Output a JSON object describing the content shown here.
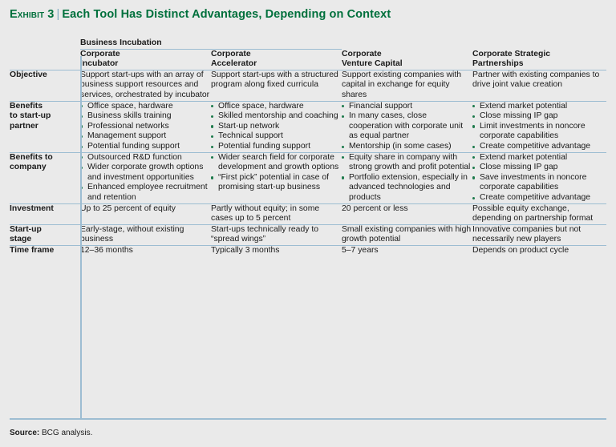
{
  "title": {
    "exhibit_label": "Exhibit 3",
    "separator": "|",
    "text": "Each Tool Has Distinct Advantages, Depending on Context",
    "color": "#00703c"
  },
  "colors": {
    "accent_green": "#00703c",
    "bullet_green": "#1d7a4c",
    "rule_blue": "#9dbdd2",
    "background": "#eaeaea"
  },
  "table": {
    "group_header": "Business Incubation",
    "group_span_columns": 2,
    "columns": [
      {
        "label": ""
      },
      {
        "label": "Corporate\nIncubator",
        "line1": "Corporate",
        "line2": "Incubator"
      },
      {
        "label": "Corporate\nAccelerator",
        "line1": "Corporate",
        "line2": "Accelerator"
      },
      {
        "label": "Corporate\nVenture Capital",
        "line1": "Corporate",
        "line2": "Venture Capital"
      },
      {
        "label": "Corporate Strategic\nPartnerships",
        "line1": "Corporate Strategic",
        "line2": "Partnerships"
      }
    ],
    "rows": [
      {
        "label": "Objective",
        "label_line1": "Objective",
        "type": "text",
        "cells": [
          "Support start-ups with an array of business support resources and services, orchestrated by incubator",
          "Support start-ups with a structured program along fixed curricula",
          "Support existing companies with capital in exchange for equity shares",
          "Partner with existing companies to drive joint value creation"
        ]
      },
      {
        "label": "Benefits to start-up partner",
        "label_line1": "Benefits",
        "label_line2": "to start-up",
        "label_line3": "partner",
        "type": "bullets",
        "cells": [
          [
            "Office space, hardware",
            "Business skills training",
            "Professional networks",
            "Management support",
            "Potential funding support"
          ],
          [
            "Office space, hardware",
            "Skilled mentorship and coaching",
            "Start-up network",
            "Technical support",
            "Potential funding support"
          ],
          [
            "Financial support",
            "In many cases, close cooperation with corporate unit as equal partner",
            "Mentorship (in some cases)"
          ],
          [
            "Extend market potential",
            "Close missing IP gap",
            "Limit investments in noncore corporate capabilities",
            "Create competitive advantage"
          ]
        ]
      },
      {
        "label": "Benefits to company",
        "label_line1": "Benefits to",
        "label_line2": "company",
        "type": "bullets",
        "cells": [
          [
            "Outsourced R&D function",
            "Wider corporate growth options and investment opportunities",
            "Enhanced employee recruitment and retention"
          ],
          [
            "Wider search field for corporate development and growth options",
            "“First pick” potential in case of promising start-up business"
          ],
          [
            "Equity share in company with strong growth and profit potential",
            "Portfolio extension, especially in advanced technologies and products"
          ],
          [
            "Extend market potential",
            "Close missing IP gap",
            "Save investments in noncore corporate capabilities",
            "Create competitive advantage"
          ]
        ]
      },
      {
        "label": "Investment",
        "label_line1": "Investment",
        "type": "text",
        "cells": [
          "Up to 25 percent of equity",
          "Partly without equity; in some cases up to 5 percent",
          "20 percent or less",
          "Possible equity exchange, depending on partnership format"
        ]
      },
      {
        "label": "Start-up stage",
        "label_line1": "Start-up",
        "label_line2": "stage",
        "type": "text",
        "cells": [
          "Early-stage, without existing business",
          "Start-ups technically ready to “spread wings”",
          "Small existing companies with high growth potential",
          "Innovative companies but not necessarily new players"
        ]
      },
      {
        "label": "Time frame",
        "label_line1": "Time frame",
        "type": "text",
        "cells": [
          "12–36 months",
          "Typically 3 months",
          "5–7 years",
          "Depends on product cycle"
        ]
      }
    ]
  },
  "source": {
    "prefix": "Source:",
    "text": " BCG analysis."
  }
}
